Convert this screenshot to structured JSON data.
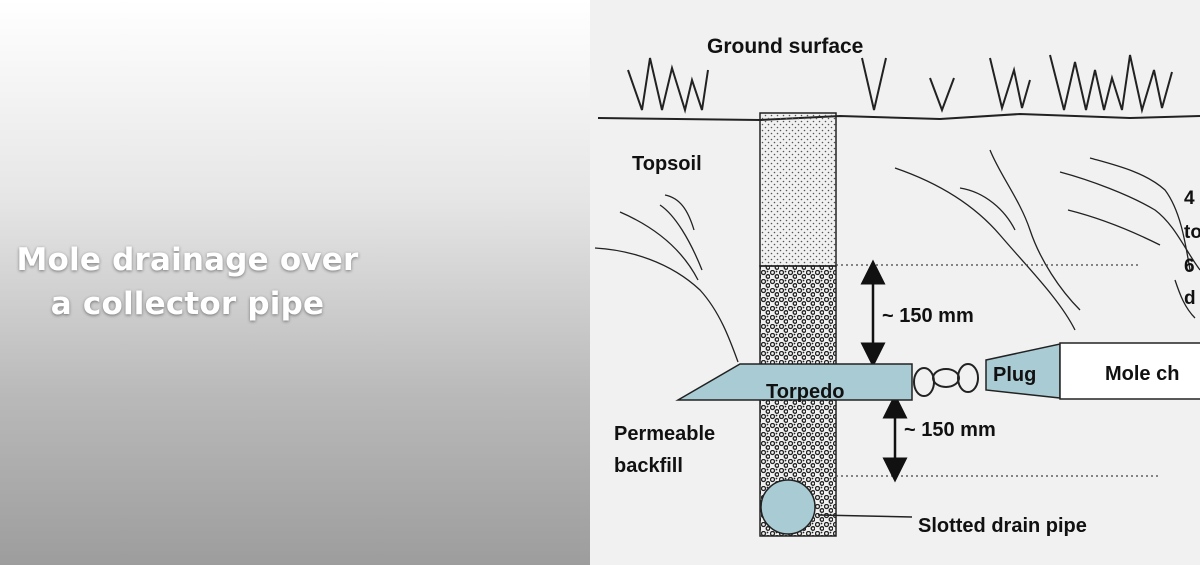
{
  "title": {
    "line1": "Mole drainage over",
    "line2": "a collector pipe"
  },
  "diagram": {
    "ground_surface": "Ground surface",
    "topsoil": "Topsoil",
    "depth_above": "~ 150 mm",
    "depth_below": "~ 150 mm",
    "torpedo": "Torpedo",
    "plug": "Plug",
    "mole_chain_partial": "Mole ch",
    "permeable_line1": "Permeable",
    "permeable_line2": "backfill",
    "slotted_drain_pipe": "Slotted drain pipe",
    "side_note_partial": [
      "4",
      "to",
      "6",
      "d"
    ]
  },
  "colors": {
    "torpedo_fill": "#a9ccd4",
    "backfill_dots": "#222222",
    "diagram_bg": "#f1f1f1"
  }
}
